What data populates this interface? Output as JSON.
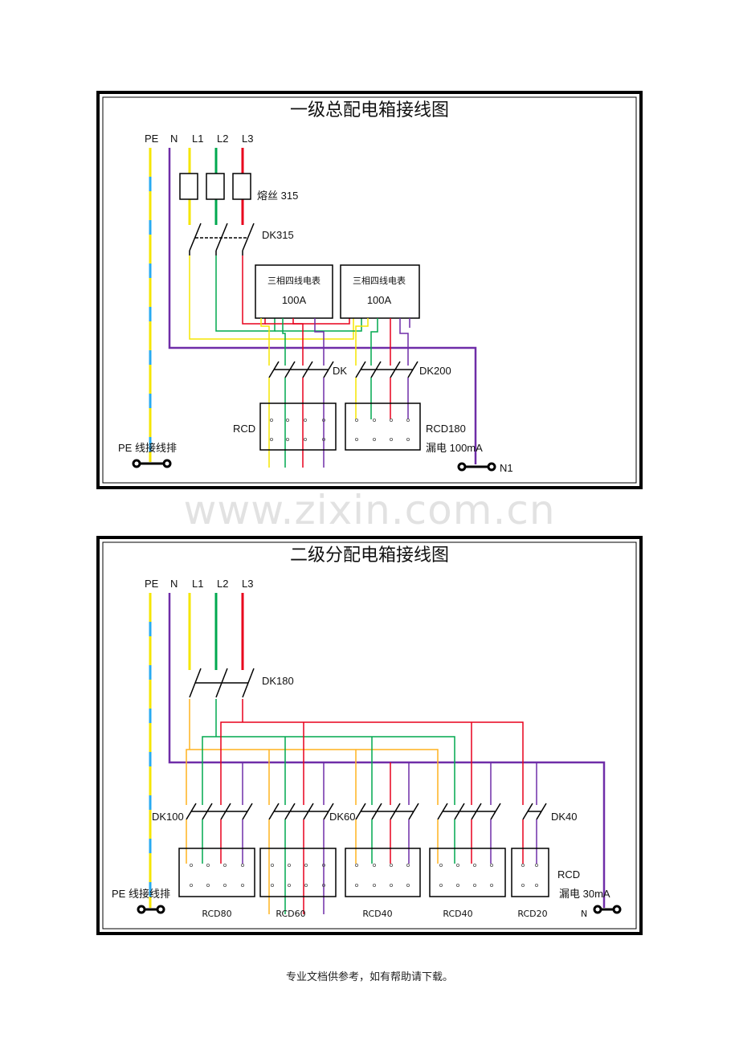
{
  "panel1": {
    "title": "一级总配电箱接线图",
    "bus_labels": [
      "PE",
      "N",
      "L1",
      "L2",
      "L3"
    ],
    "fuse_label": "熔丝 315",
    "main_switch": "DK315",
    "meters": [
      {
        "line1": "三相四线电表",
        "line2": "100A"
      },
      {
        "line1": "三相四线电表",
        "line2": "100A"
      }
    ],
    "switch_left": "DK",
    "switch_right": "DK200",
    "rcd_left": "RCD",
    "rcd_right": "RCD180",
    "leak": "漏电 100mA",
    "pe_bar": "PE 线接线排",
    "n_bar": "N1"
  },
  "watermark": "www.zixin.com.cn",
  "panel2": {
    "title": "二级分配电箱接线图",
    "bus_labels": [
      "PE",
      "N",
      "L1",
      "L2",
      "L3"
    ],
    "main_switch": "DK180",
    "switches": [
      "DK100",
      "DK60",
      "DK40"
    ],
    "rcd_names": [
      "RCD80",
      "RCD60",
      "RCD40",
      "RCD40",
      "RCD20"
    ],
    "rcd_label": "RCD",
    "leak": "漏电 30mA",
    "pe_bar": "PE 线接线排",
    "n_bar": "N"
  },
  "footer": "专业文档供参考，如有帮助请下载。",
  "colors": {
    "L1": "#f5e600",
    "L2": "#00a84f",
    "L3": "#e8001c",
    "N": "#6f2da8",
    "PE_a": "#f5e600",
    "PE_b": "#29aaf0",
    "L1_alt": "#ffb21f"
  }
}
